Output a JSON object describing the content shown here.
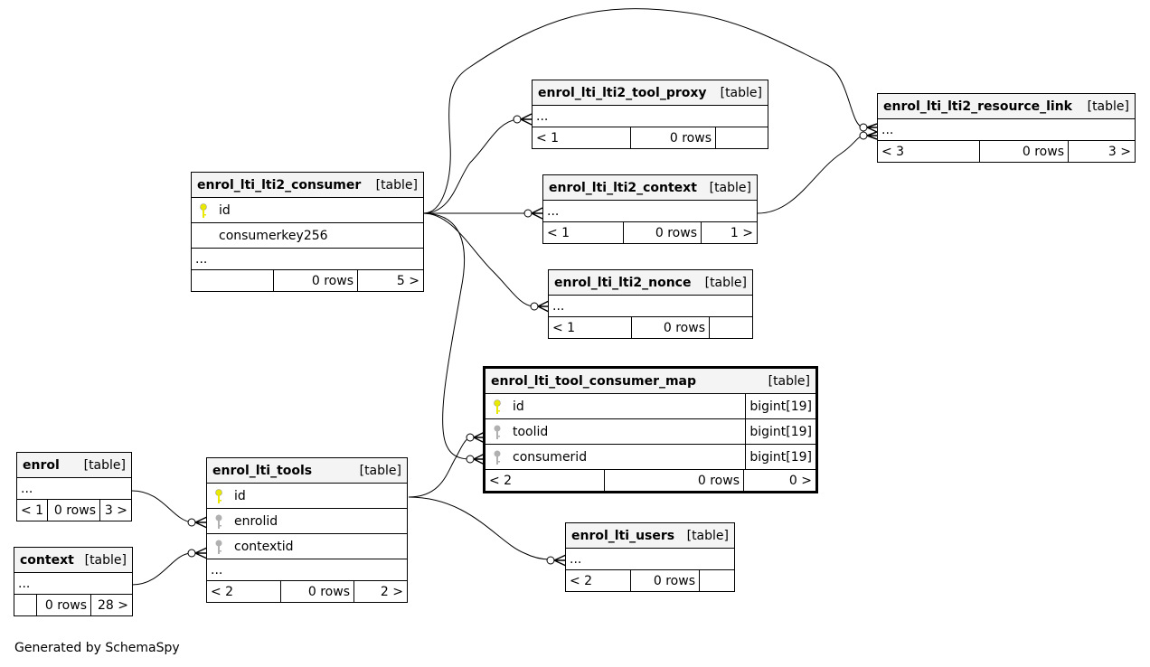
{
  "diagram": {
    "footer": "Generated by SchemaSpy",
    "type_label": "[table]",
    "ellipsis": "...",
    "colors": {
      "primary_key": "#e8e800",
      "foreign_key": "#b0b0b0",
      "header_bg": "#f4f4f4"
    },
    "tables": {
      "consumer": {
        "name": "enrol_lti_lti2_consumer",
        "cols": [
          "id",
          "consumerkey256"
        ],
        "f1": "",
        "f2": "0 rows",
        "f3": "5 >"
      },
      "tool_proxy": {
        "name": "enrol_lti_lti2_tool_proxy",
        "f1": "< 1",
        "f2": "0 rows",
        "f3": ""
      },
      "context_l": {
        "name": "enrol_lti_lti2_context",
        "f1": "< 1",
        "f2": "0 rows",
        "f3": "1 >"
      },
      "nonce": {
        "name": "enrol_lti_lti2_nonce",
        "f1": "< 1",
        "f2": "0 rows",
        "f3": ""
      },
      "resource_link": {
        "name": "enrol_lti_lti2_resource_link",
        "f1": "< 3",
        "f2": "0 rows",
        "f3": "3 >"
      },
      "map": {
        "name": "enrol_lti_tool_consumer_map",
        "cols": [
          "id",
          "toolid",
          "consumerid"
        ],
        "dtypes": [
          "bigint[19]",
          "bigint[19]",
          "bigint[19]"
        ],
        "f1": "< 2",
        "f2": "0 rows",
        "f3": "0 >"
      },
      "tools": {
        "name": "enrol_lti_tools",
        "cols": [
          "id",
          "enrolid",
          "contextid"
        ],
        "f1": "< 2",
        "f2": "0 rows",
        "f3": "2 >"
      },
      "users": {
        "name": "enrol_lti_users",
        "f1": "< 2",
        "f2": "0 rows",
        "f3": ""
      },
      "enrol": {
        "name": "enrol",
        "f1": "< 1",
        "f2": "0 rows",
        "f3": "3 >"
      },
      "context": {
        "name": "context",
        "f1": "",
        "f2": "0 rows",
        "f3": "28 >"
      }
    }
  }
}
